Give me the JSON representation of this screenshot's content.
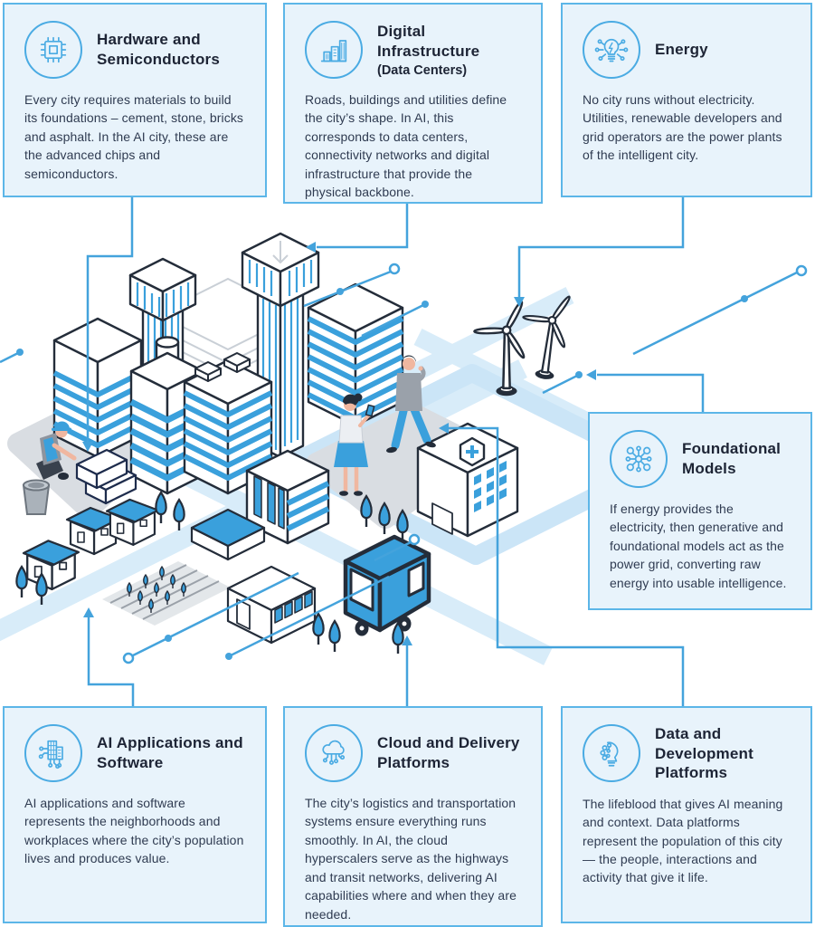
{
  "colors": {
    "accent_blue": "#44a3dc",
    "icon_stroke_blue": "#4aabe3",
    "card_background": "#e8f3fb",
    "card_border": "#5cb6e8",
    "title_text": "#1d2435",
    "body_text": "#2f3b51",
    "illustration_fill_blue": "#3aa0dc",
    "illustration_outline": "#242d3a",
    "road_light_blue": "#d8ecf9",
    "plaza_gray": "#d9dde2"
  },
  "cards": [
    {
      "id": "hardware-semiconductors",
      "icon": "chip-icon",
      "title": "Hardware and Semiconductors",
      "body": "Every city requires materials to build its foundations – cement, stone, bricks and asphalt. In the AI city, these are the advanced chips and semiconductors."
    },
    {
      "id": "digital-infrastructure",
      "icon": "data-center-buildings-icon",
      "title": "Digital Infrastructure",
      "subtitle": "(Data Centers)",
      "body": "Roads, buildings and utilities define the city’s shape. In AI, this corresponds to data centers, connectivity networks and digital infrastructure that provide the physical backbone."
    },
    {
      "id": "energy",
      "icon": "energy-bulb-icon",
      "title": "Energy",
      "body": "No city runs without electricity. Utilities, renewable developers and grid operators are the power plants of the intelligent city."
    },
    {
      "id": "foundational-models",
      "icon": "network-nodes-icon",
      "title": "Foundational Models",
      "body": "If energy provides the electricity, then generative and foundational models act as the power grid, converting raw energy into usable intelligence."
    },
    {
      "id": "ai-applications-software",
      "icon": "building-circuit-icon",
      "title": "AI Applications and Software",
      "body": "AI applications and software represents the neighborhoods and workplaces where the city’s population lives and produces value."
    },
    {
      "id": "cloud-delivery-platforms",
      "icon": "cloud-circuit-icon",
      "title": "Cloud and Delivery Platforms",
      "body": "The city’s logistics and transportation systems ensure everything runs smoothly. In AI, the cloud hyperscalers serve as the highways and transit networks, delivering AI capabilities where and when they are needed."
    },
    {
      "id": "data-development-platforms",
      "icon": "head-bulb-icon",
      "title": "Data and Development Platforms",
      "body": "The lifeblood that gives AI meaning and context. Data platforms represent the population of this city — the people, interactions and activity that give it life."
    }
  ],
  "illustration": {
    "name": "isometric-ai-city",
    "elements": [
      "skyscrapers",
      "landmark-towers",
      "wind-turbines",
      "hospital",
      "autonomous-shuttle-bus",
      "suburban-houses",
      "farm-field",
      "shop-building",
      "trees",
      "construction-worker",
      "bricks",
      "bucket",
      "pedestrian-woman-with-phone",
      "pedestrian-man-with-phone",
      "roads",
      "circuit-lines"
    ]
  },
  "connections": [
    {
      "from": "hardware-semiconductors",
      "to": "bricks-and-construction-worker"
    },
    {
      "from": "digital-infrastructure",
      "to": "landmark-tower"
    },
    {
      "from": "energy",
      "to": "wind-turbines"
    },
    {
      "from": "foundational-models",
      "to": "power-grid-node"
    },
    {
      "from": "ai-applications-software",
      "to": "houses-neighborhood"
    },
    {
      "from": "cloud-delivery-platforms",
      "to": "shuttle-bus"
    },
    {
      "from": "data-development-platforms",
      "to": "pedestrians"
    }
  ]
}
